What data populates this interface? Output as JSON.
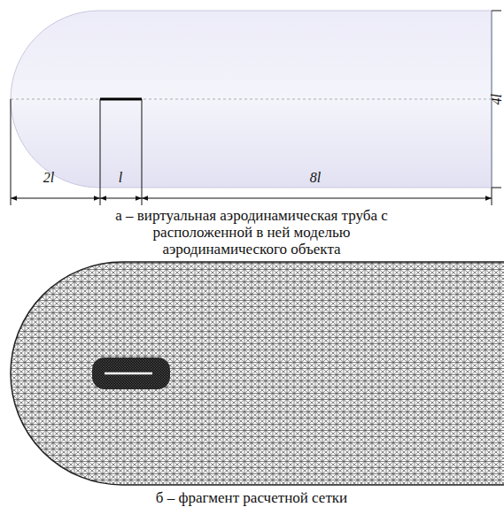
{
  "diagram": {
    "labels": [
      "2l",
      "l",
      "8l",
      "4l",
      "а – виртуальная аэродинамическая труба с расположенной в ней моделью аэродинамического объекта",
      "б – фрагмент расчетной сетки"
    ]
  }
}
